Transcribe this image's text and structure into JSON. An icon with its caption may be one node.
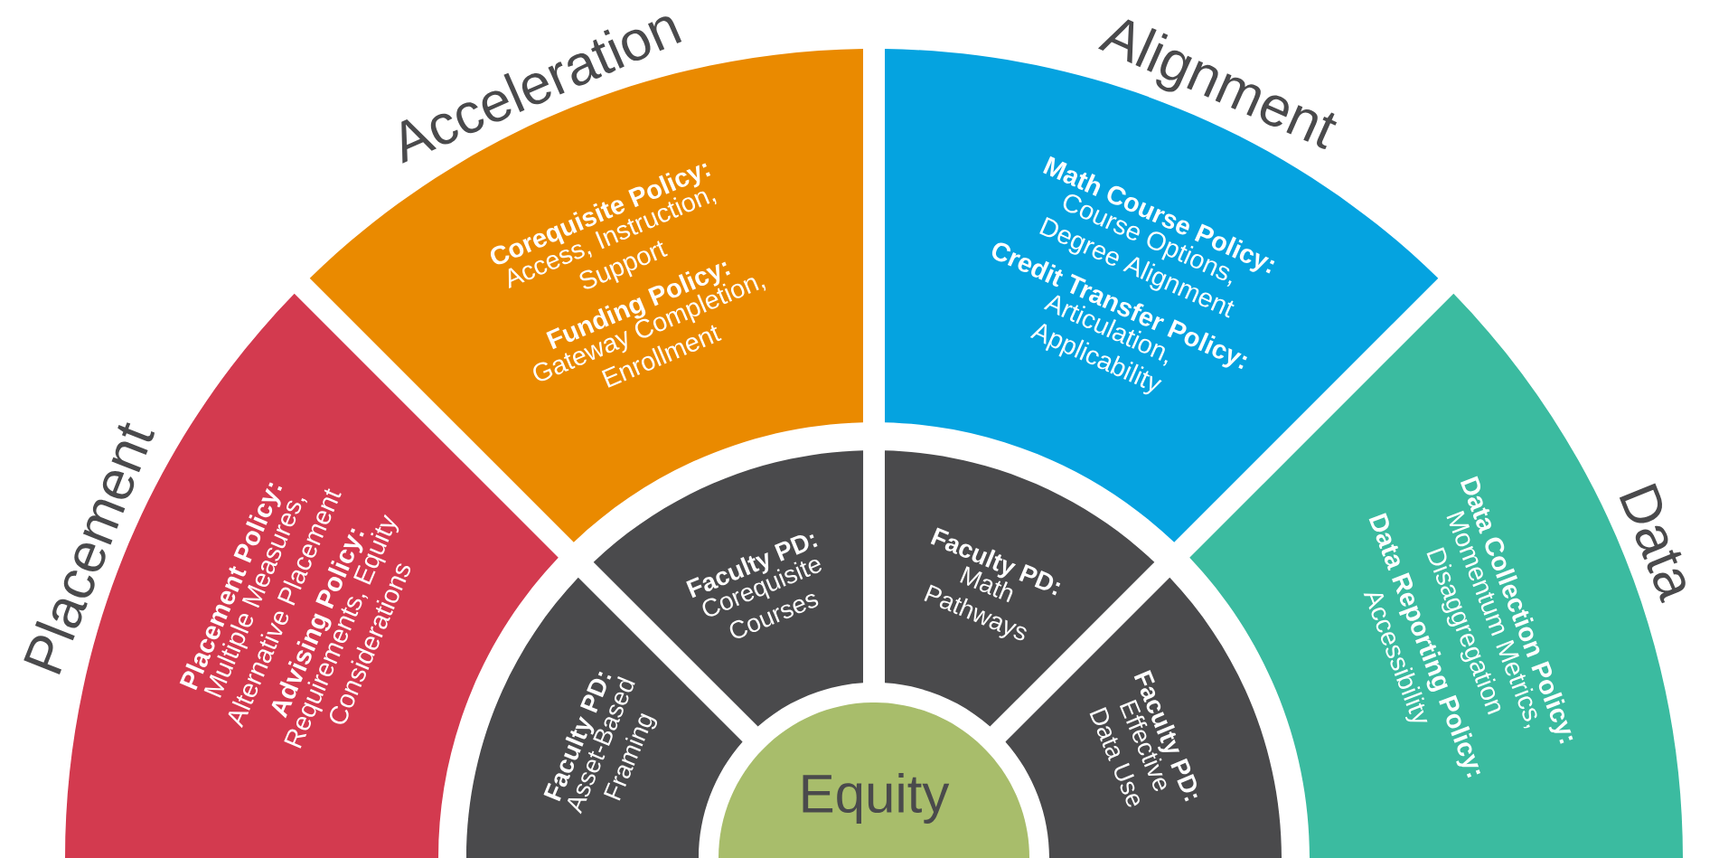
{
  "diagram": {
    "nodes": [
      {
        "text": [
          "Placement",
          "Placement Policy:",
          "Multiple Measures, Alternative Placement",
          "Advising Policy:",
          "Requirements, Equity Considerations"
        ]
      },
      {
        "text": [
          "Acceleration",
          "Corequisite Policy:",
          "Access, Instruction, Support",
          "Funding Policy:",
          "Gateway Completion, Enrollment"
        ]
      },
      {
        "text": [
          "Alignment",
          "Math Course Policy:",
          "Course Options, Degree Alignment",
          "Credit Transfer Policy:",
          "Articulation, Applicability"
        ]
      },
      {
        "text": [
          "Data",
          "Data Collection Policy:",
          "Momentum Metrics, Disaggregation",
          "Data Reporting Policy:",
          "Accessibility"
        ]
      },
      {
        "text": [
          "Faculty PD:",
          "Asset-Based Framing"
        ]
      },
      {
        "text": [
          "Faculty PD:",
          "Corequisite Courses"
        ]
      },
      {
        "text": [
          "Faculty PD:",
          "Math Pathways"
        ]
      },
      {
        "text": [
          "Faculty PD:",
          "Effective Data Use"
        ]
      },
      {
        "text": [
          "Equity"
        ]
      }
    ]
  }
}
